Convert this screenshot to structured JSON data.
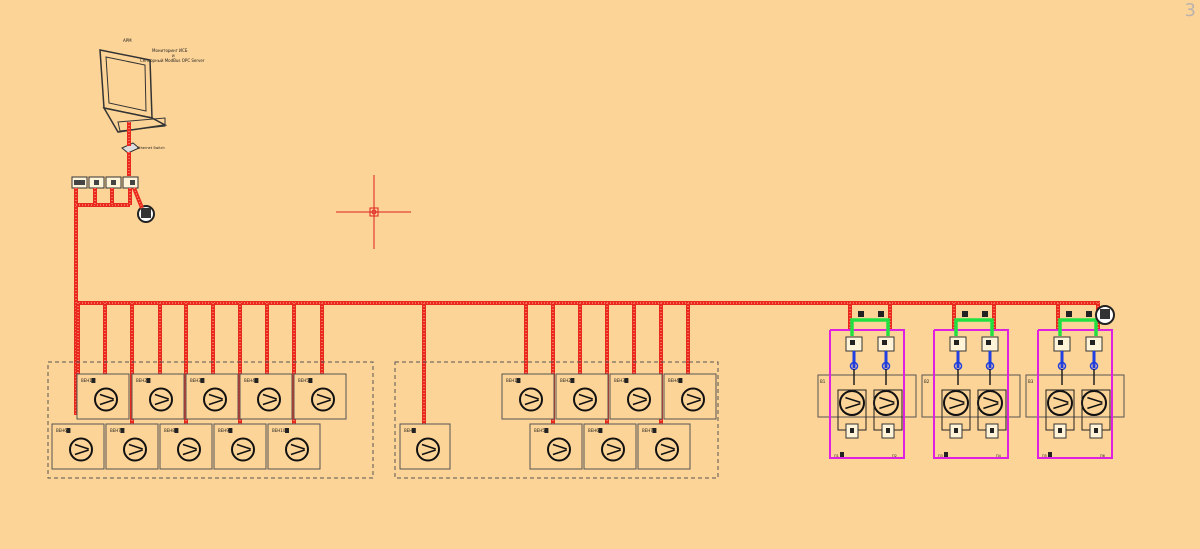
{
  "colors": {
    "background": "#fdd497",
    "bus": "#e8291c",
    "bus_dots": "#ff9a8a",
    "frame": "#555555",
    "magenta": "#e020e0",
    "green": "#22e040",
    "blue": "#1f3fe0",
    "crosshair": "#e02020"
  },
  "corner_label": "3",
  "workstation": {
    "label_top": "АРМ",
    "label_line1": "Мониторинг ИСБ",
    "label_line2": "и",
    "label_line3": "Сенсорный ModBus OPC Server",
    "switch_label": "Ethernet Switch"
  },
  "group1": {
    "top_row": [
      "ВЕН1",
      "ВЕН2",
      "ВЕН3",
      "ВЕН4",
      "ВЕН5"
    ],
    "bottom_row": [
      "ВЕН6",
      "ВЕН7",
      "ВЕН8",
      "ВЕН9",
      "ВЕН10"
    ]
  },
  "group2": {
    "single": [
      "ВЕН"
    ],
    "top_row": [
      "ВЕН1",
      "ВЕН2",
      "ВЕН3",
      "ВЕН4"
    ],
    "bottom_row": [
      "ВЕН5",
      "ВЕН6",
      "ВЕН7"
    ]
  },
  "units": [
    {
      "label": "В1",
      "left_tag": "П1",
      "right_tag": "П2"
    },
    {
      "label": "В2",
      "left_tag": "П3",
      "right_tag": "П4"
    },
    {
      "label": "В3",
      "left_tag": "П5",
      "right_tag": "П6"
    }
  ]
}
